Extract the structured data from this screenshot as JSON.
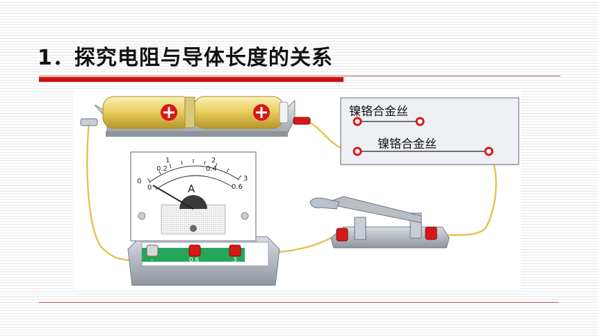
{
  "title": "1．探究电阻与导体长度的关系",
  "wire_labels": {
    "short": "镍铬合金丝",
    "long": "镍铬合金丝"
  },
  "ammeter": {
    "unit": "A",
    "outer_scale": [
      "0",
      "1",
      "2",
      "3"
    ],
    "inner_scale": [
      "0",
      "0.2",
      "0.4",
      "0.6"
    ],
    "terminals": [
      "-",
      "0.6",
      "3"
    ]
  },
  "battery_symbols": [
    "⊕",
    "⊕"
  ],
  "colors": {
    "accent_red": "#cc1010",
    "wire": "#e8c85a",
    "terminal_red": "#d81818"
  }
}
